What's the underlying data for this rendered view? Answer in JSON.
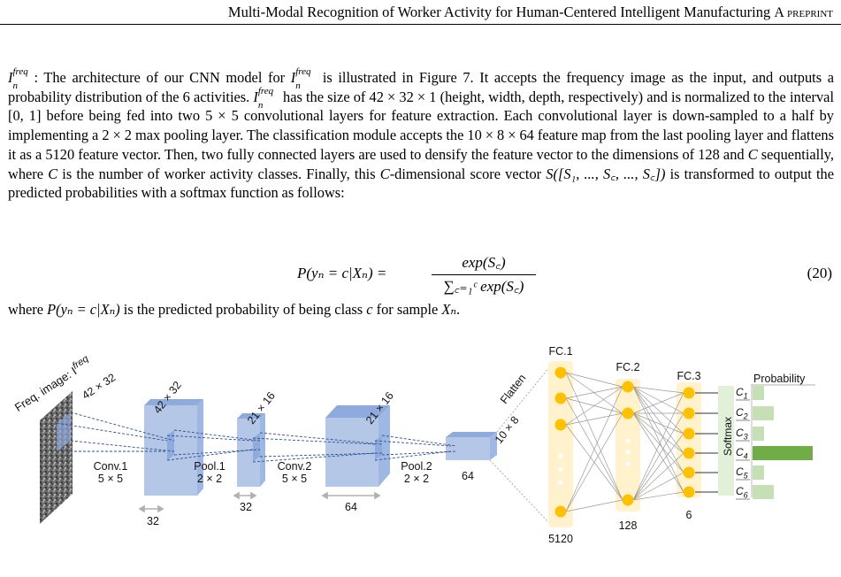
{
  "header": {
    "title": "Multi-Modal Recognition of Worker Activity for Human-Centered Intelligent Manufacturing",
    "tag": "A preprint"
  },
  "paragraph": {
    "lead_symbol": "I",
    "lead_sup": "freq",
    "lead_sub": "n",
    "s1": ": The architecture of our CNN model for ",
    "s2": " is illustrated in Figure 7. It accepts the frequency image as the input, and outputs a probability distribution of the 6 activities. ",
    "s3": " has the size of ",
    "size_expr": "42 × 32 × 1",
    "s4": " (height, width, depth, respectively) and is normalized to the interval ",
    "interval": "[0, 1]",
    "s5": " before being fed into two ",
    "kernel_expr": "5 × 5",
    "s6": " convolutional layers for feature extraction. Each convolutional layer is down-sampled to a half by implementing a ",
    "pool_expr": "2 × 2",
    "s7": " max pooling layer. The classification module accepts the ",
    "feature_map_expr": "10 × 8 × 64",
    "s8": " feature map from the last pooling layer and flattens it as a ",
    "vector_len": "5120",
    "s9": " feature vector. Then, two fully connected layers are used to densify the feature vector to the dimensions of 128 and ",
    "C": "C",
    "s10": " sequentially, where ",
    "s11": " is the number of worker activity classes. Finally, this ",
    "s12": "-dimensional score vector ",
    "score_vec": "S([S₁, ..., S꜀, ..., S꜀])",
    "s13": " is transformed to output the predicted probabilities with a softmax function as follows:"
  },
  "equation": {
    "lhs": "P(yₙ = c|Xₙ) =",
    "numerator": "exp(S꜀)",
    "denominator": "∑꜀₌₁ᶜ exp(S꜀)",
    "number": "(20)"
  },
  "after_equation": {
    "t1": "where ",
    "expr": "P(yₙ = c|Xₙ)",
    "t2": " is the predicted probability of being class ",
    "c": "c",
    "t3": " for sample ",
    "x": "Xₙ",
    "t4": "."
  },
  "figure": {
    "input_label": "Freq. image: I",
    "input_label_sup": "freq",
    "input_size": "42 × 32",
    "conv1": {
      "name": "Conv.1",
      "kernel": "5 × 5"
    },
    "block1_size": "42 × 32",
    "block1_depth": "32",
    "pool1": {
      "name": "Pool.1",
      "kernel": "2 × 2"
    },
    "block2_size": "21 × 16",
    "block2_depth": "32",
    "conv2": {
      "name": "Conv.2",
      "kernel": "5 × 5"
    },
    "block3_size": "21 × 16",
    "block3_depth": "64",
    "pool2": {
      "name": "Pool.2",
      "kernel": "2 × 2"
    },
    "block4_size": "10 × 8",
    "block4_depth": "64",
    "flatten": "Flatten",
    "fc1": {
      "name": "FC.1",
      "units": "5120"
    },
    "fc2": {
      "name": "FC.2",
      "units": "128"
    },
    "fc3": {
      "name": "FC.3",
      "units": "6"
    },
    "softmax": "Softmax",
    "probability": "Probability",
    "classes": [
      "C1",
      "C2",
      "C3",
      "C4",
      "C5",
      "C6"
    ],
    "colors": {
      "block_front": "#b4c7e7",
      "block_top": "#8faadc",
      "fc_column": "#fff2cc",
      "node": "#ffc000",
      "softmax_box": "#e2f0d9",
      "prob_light": "#c5e0b4",
      "prob_dark": "#70ad47"
    }
  },
  "chart_data": {
    "type": "bar",
    "title": "Probability",
    "categories": [
      "C1",
      "C2",
      "C3",
      "C4",
      "C5",
      "C6"
    ],
    "values": [
      0.12,
      0.22,
      0.12,
      0.62,
      0.12,
      0.22
    ],
    "xlabel": "",
    "ylabel": ""
  }
}
